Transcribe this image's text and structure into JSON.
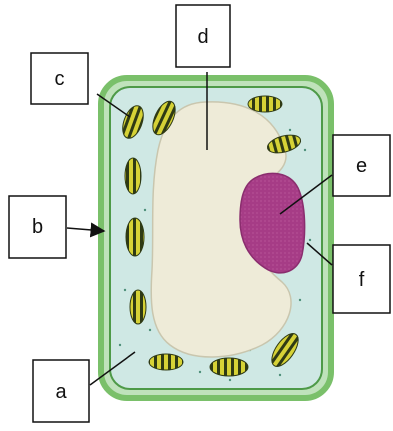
{
  "labels": {
    "a": "a",
    "b": "b",
    "c": "c",
    "d": "d",
    "e": "e",
    "f": "f"
  },
  "colors": {
    "cell_wall": "#7ac06a",
    "cell_membrane": "#4e9a48",
    "cytoplasm": "#cfe8e4",
    "vacuole": "#eeebd8",
    "nucleus": "#a63c86",
    "chloroplast_fill": "#d6d236",
    "chloroplast_stripe": "#2f3a14",
    "label_box_border": "#111111",
    "pointer_line": "#111111"
  }
}
